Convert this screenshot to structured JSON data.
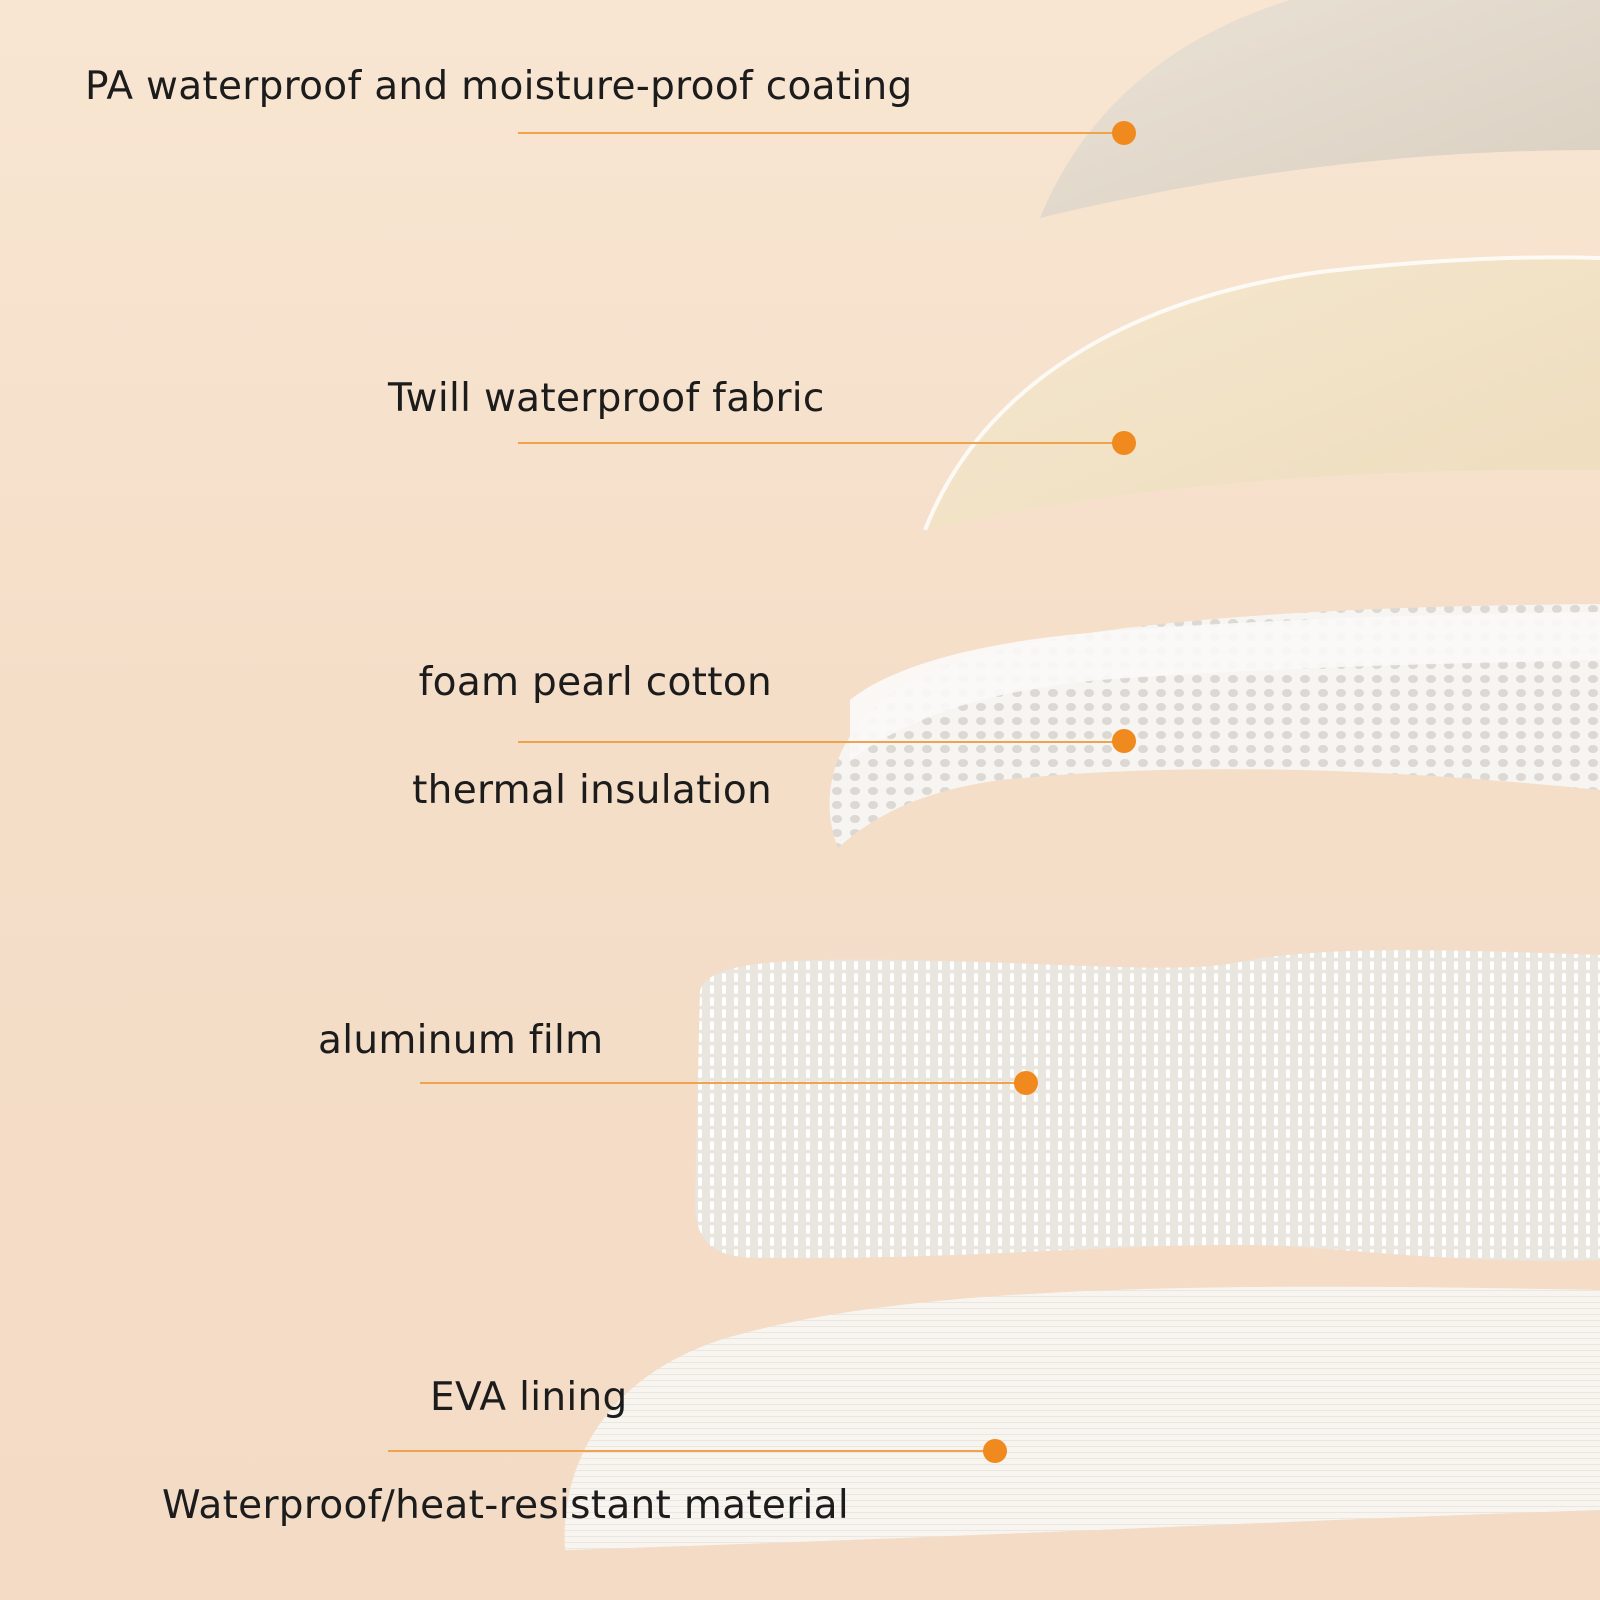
{
  "layers": [
    {
      "name": "PA waterproof and moisture-proof coating",
      "note": ""
    },
    {
      "name": "Twill waterproof fabric",
      "note": ""
    },
    {
      "name": "foam pearl cotton",
      "note": "thermal insulation"
    },
    {
      "name": "aluminum film",
      "note": ""
    },
    {
      "name": "EVA lining",
      "note": "Waterproof/heat-resistant material"
    }
  ],
  "colors": {
    "background": "#f6e1cc",
    "accent_line": "#f0a24d",
    "accent_dot": "#f08a1e",
    "label_text": "#1c1c1c"
  }
}
